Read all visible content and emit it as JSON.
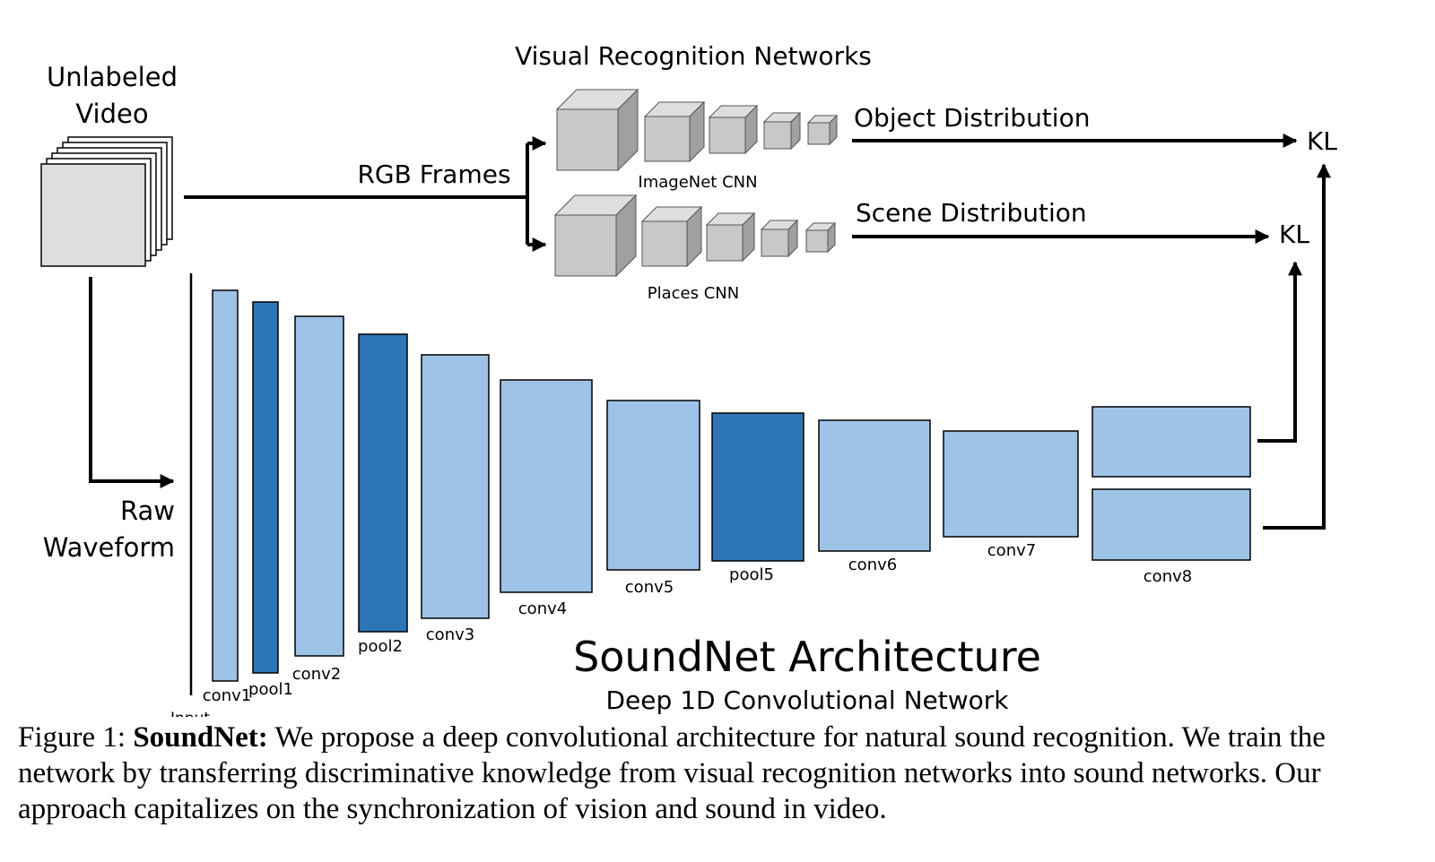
{
  "colors": {
    "conv_fill": "#9dc3e6",
    "pool_fill": "#2e75b6",
    "cube_front": "#c8c8c8",
    "cube_top": "#dedede",
    "cube_side": "#a0a0a0",
    "frame_fill": "#dedede",
    "stroke": "#000000"
  },
  "labels": {
    "unlabeled_video_line1": "Unlabeled",
    "unlabeled_video_line2": "Video",
    "visual_networks": "Visual Recognition Networks",
    "rgb_frames": "RGB Frames",
    "imagenet_cnn": "ImageNet CNN",
    "places_cnn": "Places CNN",
    "object_distribution": "Object Distribution",
    "scene_distribution": "Scene Distribution",
    "kl_object": "KL",
    "kl_scene": "KL",
    "raw_line1": "Raw",
    "raw_line2": "Waveform",
    "input": "Input",
    "title": "SoundNet Architecture",
    "subtitle": "Deep 1D Convolutional Network"
  },
  "layers": [
    {
      "name": "conv1",
      "kind": "conv"
    },
    {
      "name": "pool1",
      "kind": "pool"
    },
    {
      "name": "conv2",
      "kind": "conv"
    },
    {
      "name": "pool2",
      "kind": "pool"
    },
    {
      "name": "conv3",
      "kind": "conv"
    },
    {
      "name": "conv4",
      "kind": "conv"
    },
    {
      "name": "conv5",
      "kind": "conv"
    },
    {
      "name": "pool5",
      "kind": "pool"
    },
    {
      "name": "conv6",
      "kind": "conv"
    },
    {
      "name": "conv7",
      "kind": "conv"
    },
    {
      "name": "conv8",
      "kind": "conv"
    }
  ],
  "caption": {
    "prefix": "Figure 1: ",
    "bold": "SoundNet:",
    "text": " We propose a deep convolutional architecture for natural sound recognition. We train the network by transferring discriminative knowledge from visual recognition networks into sound networks. Our approach capitalizes on the synchronization of vision and sound in video."
  }
}
